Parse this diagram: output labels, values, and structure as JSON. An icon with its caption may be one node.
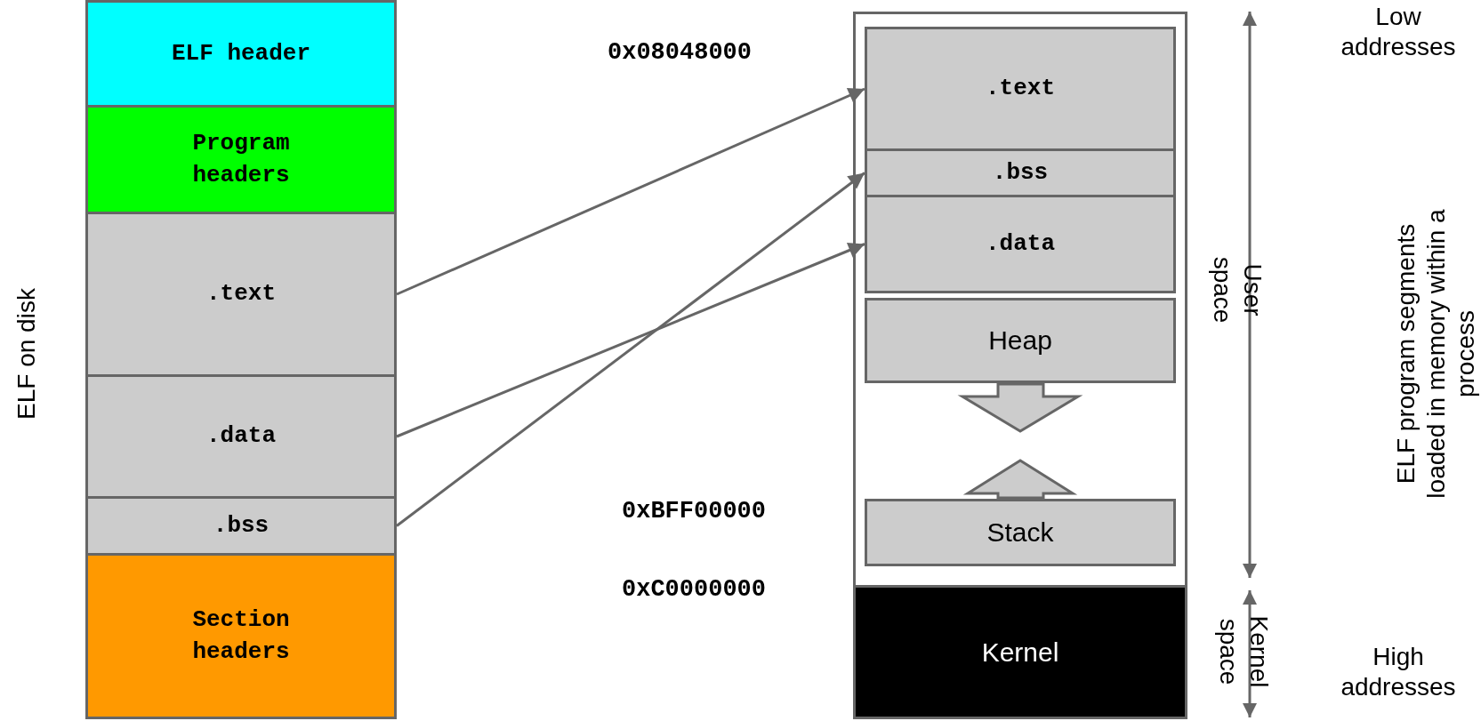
{
  "diagram": {
    "nodes": [
      {
        "text": [
          "ELF header"
        ]
      },
      {
        "text": [
          "Program headers"
        ]
      },
      {
        "text": [
          ".text"
        ]
      },
      {
        "text": [
          ".data"
        ]
      },
      {
        "text": [
          ".bss"
        ]
      },
      {
        "text": [
          "Section headers"
        ]
      },
      {
        "text": [],
        "shape": "box"
      },
      {
        "text": [
          ".text"
        ],
        "in": 6
      },
      {
        "text": [
          ".bss"
        ],
        "in": 6
      },
      {
        "text": [
          ".data"
        ],
        "in": 6
      },
      {
        "text": [
          "Heap"
        ],
        "in": 6
      },
      {
        "text": [
          "Stack"
        ],
        "in": 6
      },
      {
        "text": [
          "Kernel"
        ]
      }
    ],
    "edges": [
      {
        "from": 2,
        "to": 7,
        "arrow": "to"
      },
      {
        "from": 3,
        "to": 9,
        "arrow": "to"
      },
      {
        "from": 4,
        "to": 8,
        "arrow": "to"
      }
    ],
    "labels": [
      "Low addresses",
      "0x08048000",
      "ELF on disk",
      "User space",
      "ELF program segments loaded in memory within a process",
      "0xBFF00000",
      "0xC0000000",
      "Kernel space",
      "High addresses"
    ]
  }
}
